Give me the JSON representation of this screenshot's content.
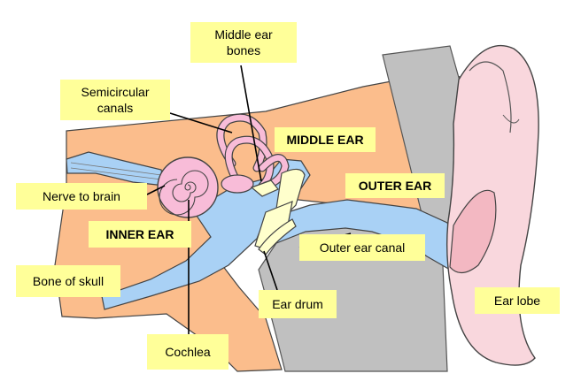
{
  "colors": {
    "bone": "#fbbd8c",
    "bone_outline": "#444444",
    "canal_blue": "#a9d1f5",
    "skull_grey": "#c0c0c0",
    "ear_pink": "#f9d7dd",
    "ear_pink_dark": "#f3b8c2",
    "cochlea_pink": "#f8bcd8",
    "middle_bones": "#ffffcc",
    "label_bg": "#ffff99"
  },
  "labels": {
    "middle_ear_bones": [
      "Middle ear",
      "bones"
    ],
    "semicircular_canals": [
      "Semicircular",
      "canals"
    ],
    "middle_ear": "MIDDLE EAR",
    "outer_ear": "OUTER EAR",
    "nerve_to_brain": "Nerve to brain",
    "inner_ear": "INNER EAR",
    "outer_ear_canal": "Outer ear canal",
    "bone_of_skull": "Bone of skull",
    "ear_drum": "Ear drum",
    "ear_lobe": "Ear lobe",
    "cochlea": "Cochlea"
  }
}
